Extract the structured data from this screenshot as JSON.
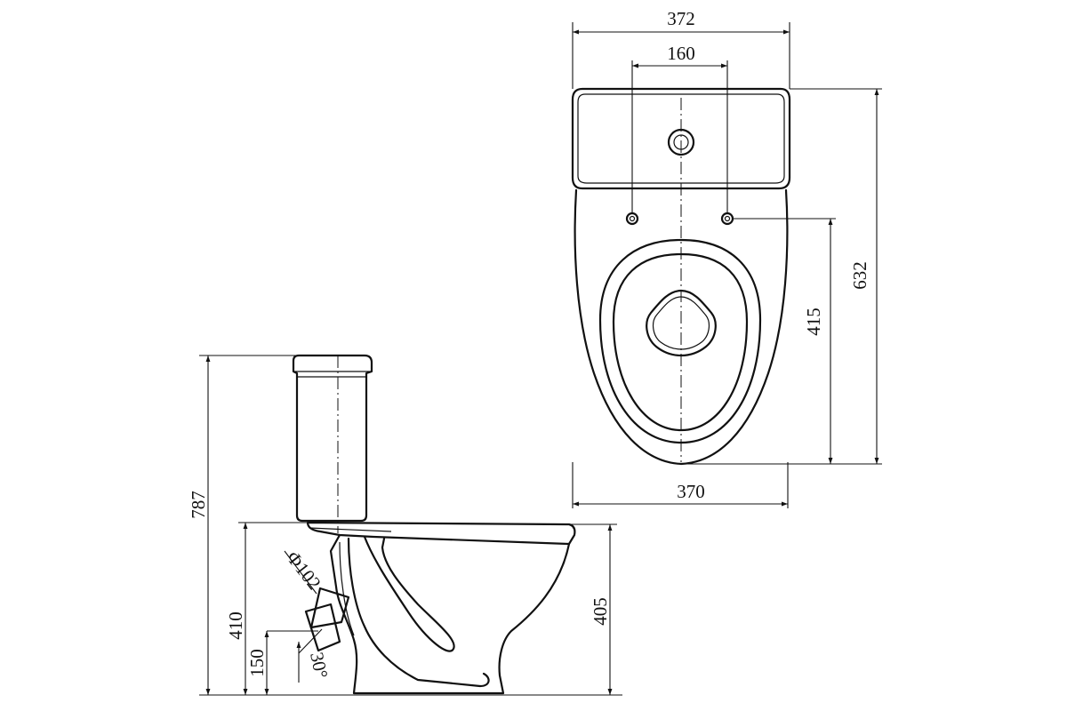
{
  "dimensions": {
    "top_width_tank": "372",
    "mount_hole_spacing": "160",
    "total_depth": "632",
    "hole_to_front": "415",
    "bowl_width": "370",
    "total_height": "787",
    "bowl_height": "405",
    "outlet_height": "410",
    "outlet_center_height": "150",
    "outlet_diameter": "Ф102",
    "outlet_angle": "30°"
  },
  "colors": {
    "line": "#111111",
    "background": "#ffffff"
  }
}
